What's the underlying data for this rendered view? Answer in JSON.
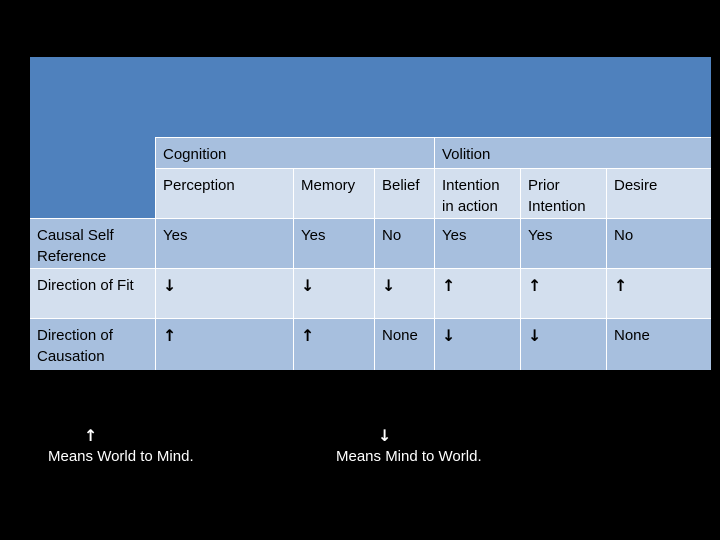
{
  "header_row1": {
    "cognition": "Cognition",
    "volition": "Volition"
  },
  "header_row2": [
    "Perception",
    "Memory",
    "Belief",
    "Intention in action",
    "Prior Intention",
    "Desire"
  ],
  "rows": [
    {
      "label": "Causal Self Reference",
      "values": [
        "Yes",
        "Yes",
        "No",
        "Yes",
        "Yes",
        "No"
      ]
    },
    {
      "label": "Direction of Fit",
      "values": [
        "↓",
        "↓",
        "↓",
        "↑",
        "↑",
        "↑"
      ]
    },
    {
      "label": "Direction of Causation",
      "values": [
        "↑",
        "↑",
        "None",
        "↓",
        "↓",
        "None"
      ]
    }
  ],
  "legend": {
    "up_arrow": "↑",
    "up_text": "Means World to Mind.",
    "down_arrow": "↓",
    "down_text": "Means Mind to World."
  },
  "colors": {
    "header_dark": "#4f81bd",
    "band_mid": "#a7bfde",
    "band_light": "#d3dfee",
    "background": "#000000"
  }
}
